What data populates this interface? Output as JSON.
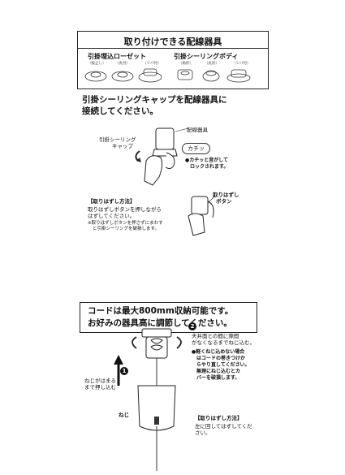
{
  "box1": {
    "title": "取り付けできる配線器具",
    "group_left": {
      "title": "引掛埋込ローゼット",
      "types": [
        "（抜止し）",
        "（丸付）",
        "（ツバ付）"
      ]
    },
    "group_right": {
      "title": "引掛シーリングボディ",
      "types": [
        "（角形）",
        "（丸形）",
        "（ツバ付）"
      ]
    }
  },
  "section1": {
    "heading_line1": "引掛シーリングキャップを配線器具に",
    "heading_line2": "接続してください。",
    "label_wiring": "配線器具",
    "label_cap_line1": "引掛シーリング",
    "label_cap_line2": "キャップ",
    "click_sound": "カチッ",
    "note_line1": "●カチッと音がして",
    "note_line2": "ロックされます。"
  },
  "removal1": {
    "title": "【取りはずし方法】",
    "line1": "取りはずしボタンを押しながら",
    "line2": "はずしてください。",
    "note_line1": "※取りはずしボタンを押さずにまわす",
    "note_line2": "と引掛シーリングを破損します。",
    "button_label_line1": "取りはずし",
    "button_label_line2": "ボタン"
  },
  "section2": {
    "box_line1": "コードは最大800mm収納可能です。",
    "box_line2": "お好みの器具高に調節してください。",
    "step1": "1",
    "step2": "2",
    "step2_line1": "天井面との間に隙間",
    "step2_line2": "がなくなるまでねじ込む。",
    "warn_line1": "●軽くねじ込めない場合",
    "warn_line2": "はコードの巻きつけか",
    "warn_line3": "らやり直してください。",
    "warn_line4": "無理にねじ込むとカ",
    "warn_line5": "バーを破損します。",
    "screw_line1": "ねじがはまる",
    "screw_line2": "まで押し込む",
    "screw_label": "ねじ",
    "removal_title": "【取りはずし方法】",
    "removal_line1": "左に回してはずしてくだ",
    "removal_line2": "さい。"
  }
}
